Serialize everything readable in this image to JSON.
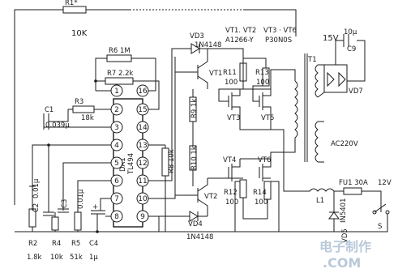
{
  "labels": {
    "r1": "R1*",
    "r1_value": "10K",
    "r6": "R6  1M",
    "r7": "R7  2.2k",
    "r3": "R3",
    "r3_value": "18k",
    "c1": "C1",
    "c1_value": "0.039μ",
    "ic": "TL494",
    "ic_ref": "DA1",
    "r9": "R9  1k",
    "r10": "R10  1k",
    "r8": "R8  10k",
    "vd3": "VD3",
    "vd3_value": "1N4148",
    "vd4": "VD4",
    "vd4_value": "1N4148",
    "vt1": "VT1",
    "vt2": "VT2",
    "vt12_type": "VT1. VT2",
    "vt12_part": "A1266-Y",
    "vt36_type": "VT3 · VT6",
    "vt36_part": "P30N0S",
    "r11": "R11",
    "r11_value": "100",
    "r12": "R12",
    "r12_value": "100",
    "r13": "R13",
    "r13_value": "100",
    "r14": "R14",
    "r14_value": "100",
    "vt3": "VT3",
    "vt4": "VT4",
    "vt5": "VT5",
    "vt6": "VT6",
    "t1": "T1",
    "c9_rating": "15V",
    "c9_value": "10μ",
    "c9": "C9",
    "vd7": "VD7",
    "ac": "AC220V",
    "l1": "L1",
    "fu1": "FU1  30A",
    "v12": "12V",
    "vd5_value": "IN5401",
    "vd5": "VD5",
    "s": "S",
    "c2": "C2",
    "c2_value": "0.01μ",
    "c3": "C3",
    "c3_value": "0.01μ",
    "c4": "C4",
    "c4_value": "1μ",
    "r2": "R2",
    "r2_value": "1.8k",
    "r4": "R4",
    "r4_value": "10k",
    "r5": "R5",
    "r5_value": "51k",
    "watermark_top": "电子制作",
    "watermark_bottom": ".COM"
  },
  "pins_left": [
    "1",
    "2",
    "3",
    "4",
    "5",
    "6",
    "7",
    "8"
  ],
  "pins_right": [
    "16",
    "15",
    "14",
    "13",
    "12",
    "11",
    "10",
    "9"
  ]
}
